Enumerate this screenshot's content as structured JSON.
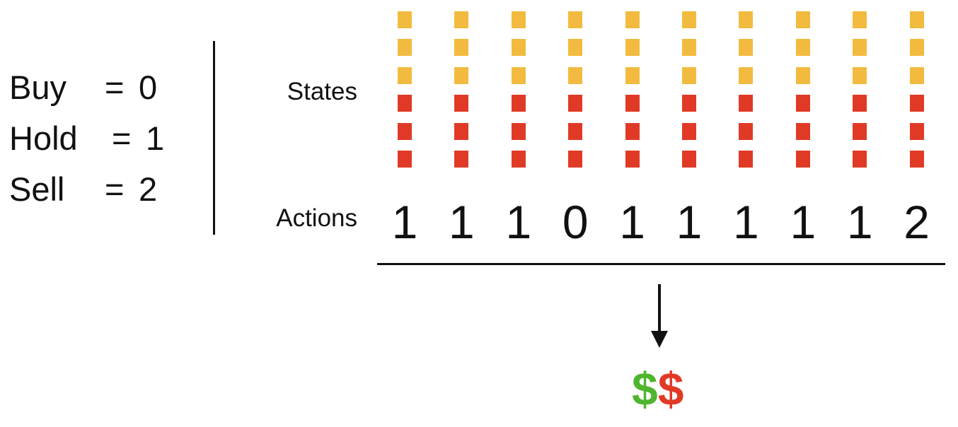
{
  "legend": [
    {
      "label": "Buy",
      "eq": "=",
      "value": "0"
    },
    {
      "label": "Hold",
      "eq": "=",
      "value": "1"
    },
    {
      "label": "Sell",
      "eq": "=",
      "value": "2"
    }
  ],
  "labels": {
    "states": "States",
    "actions": "Actions"
  },
  "states": {
    "columns": 10,
    "cells_per_column": [
      "yellow",
      "yellow",
      "yellow",
      "red",
      "red",
      "red"
    ],
    "colors": {
      "yellow": "#f2bb40",
      "red": "#e03a26"
    }
  },
  "actions": [
    "1",
    "1",
    "1",
    "0",
    "1",
    "1",
    "1",
    "1",
    "1",
    "2"
  ],
  "outcome": {
    "first": "$",
    "second": "$",
    "first_color": "#4fb52f",
    "second_color": "#e03a26"
  }
}
